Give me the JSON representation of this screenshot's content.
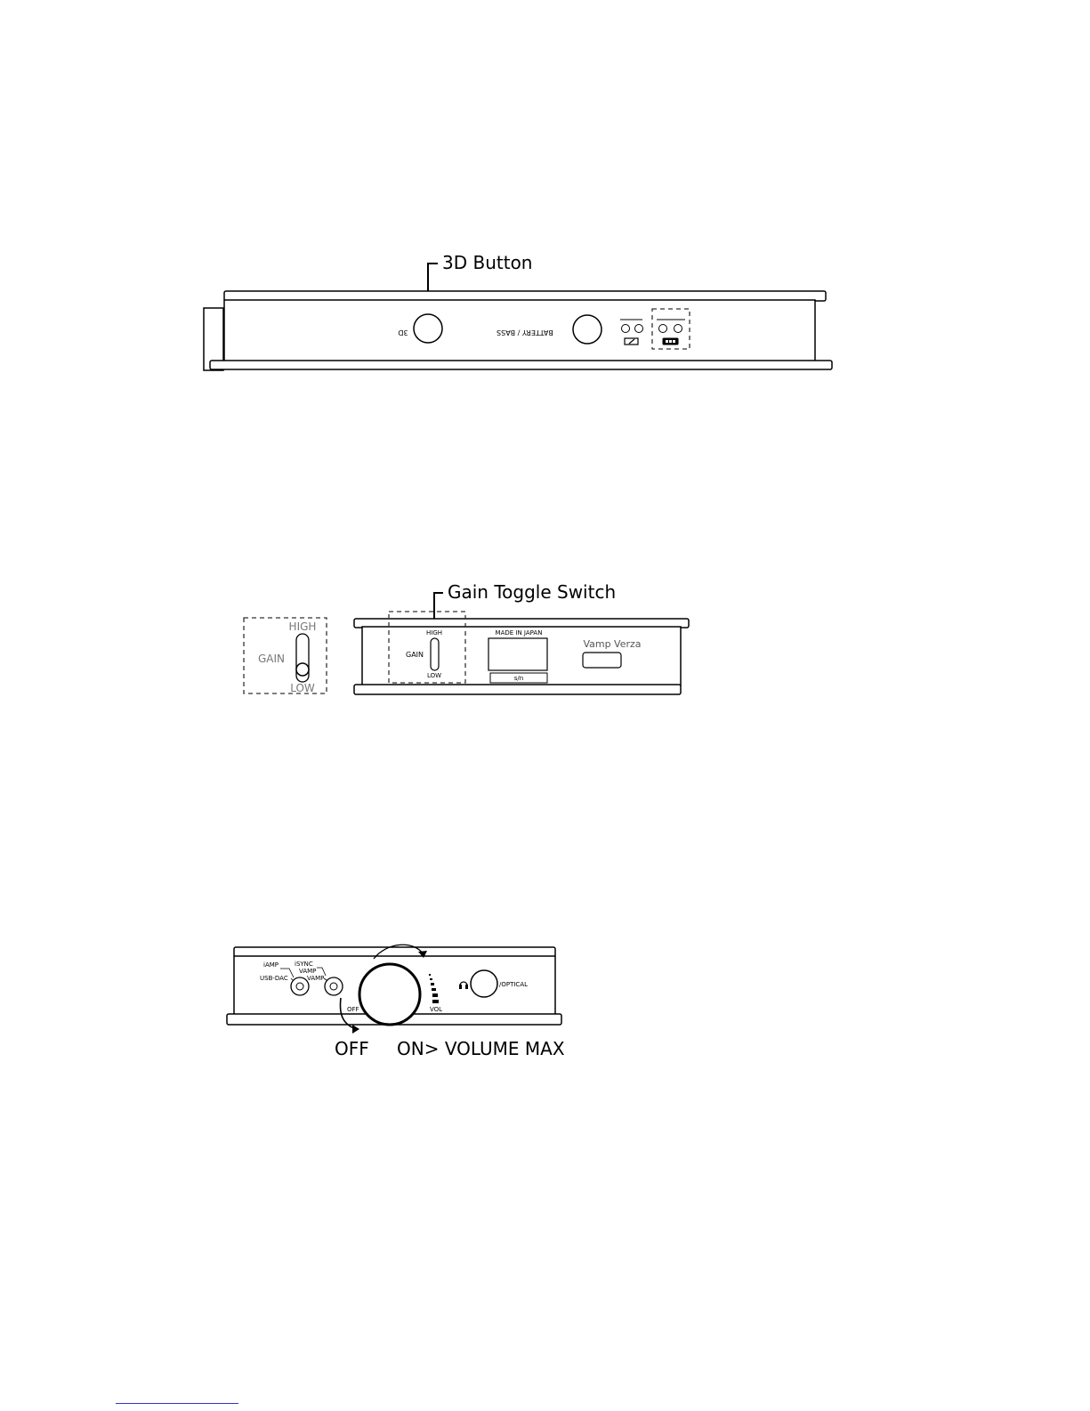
{
  "figure1": {
    "callout": "3D Button",
    "label_3d": "3D",
    "label_battery_bass": "BATTERY / BASS"
  },
  "figure2": {
    "callout": "Gain Toggle Switch",
    "inset": {
      "high": "HIGH",
      "gain": "GAIN",
      "low": "LOW"
    },
    "panel": {
      "high": "HIGH",
      "gain": "GAIN",
      "low": "LOW",
      "made_in": "MADE IN JAPAN",
      "serial": "s/n",
      "brand": "Vamp Verza"
    }
  },
  "figure3": {
    "labels": {
      "iamp": "iAMP",
      "isync": "iSYNC",
      "vamp_upper": "VAMP",
      "usb_dac": "USB-DAC",
      "vamp_lower": "VAMP",
      "off_small": "OFF",
      "vol": "VOL",
      "optical": "/OPTICAL"
    },
    "caption_off": "OFF",
    "caption_on": "ON> VOLUME MAX"
  }
}
